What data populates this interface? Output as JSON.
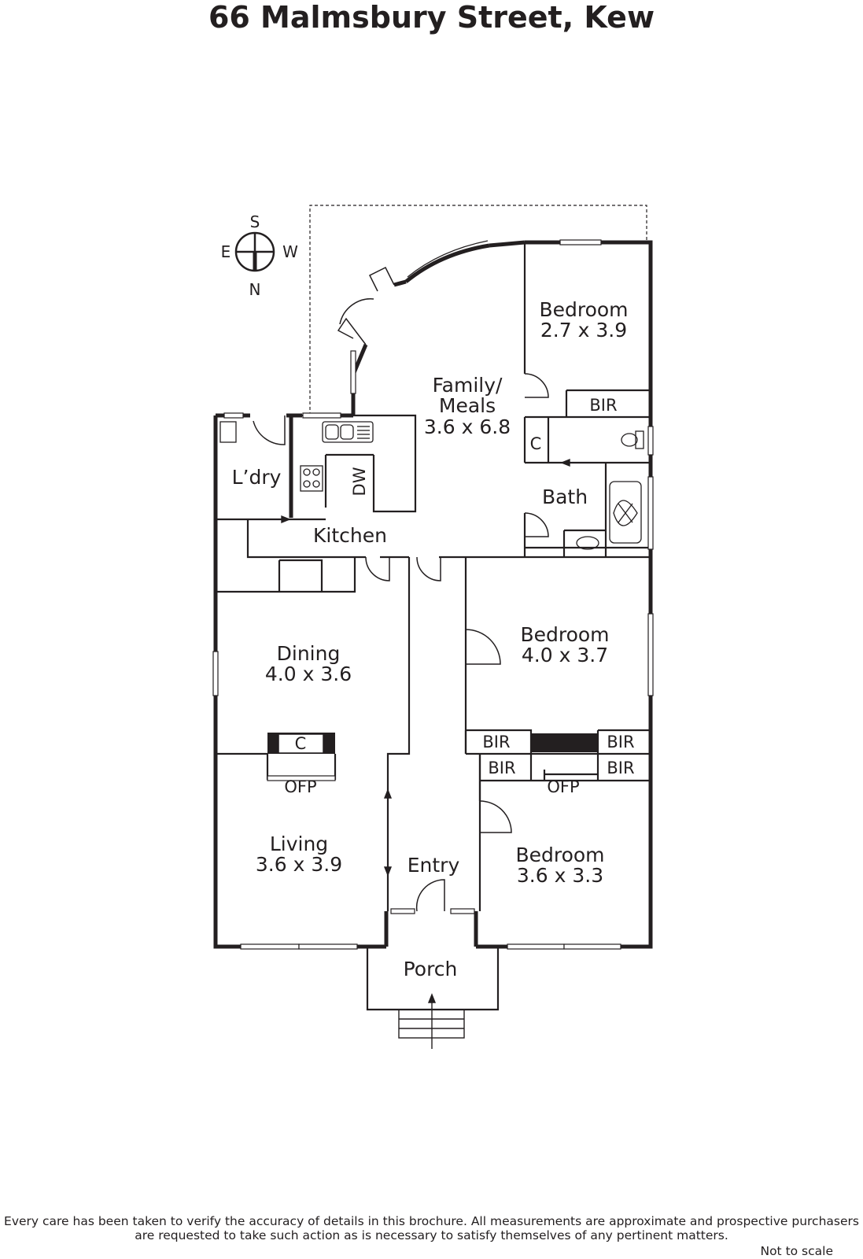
{
  "title": "66 Malmsbury Street, Kew",
  "compass": {
    "n": "N",
    "s": "S",
    "e": "E",
    "w": "W"
  },
  "rooms": {
    "family": {
      "name_1": "Family/",
      "name_2": "Meals",
      "dims": "3.6 x 6.8"
    },
    "bed1": {
      "name": "Bedroom",
      "dims": "2.7 x 3.9"
    },
    "bed2": {
      "name": "Bedroom",
      "dims": "4.0 x 3.7"
    },
    "bed3": {
      "name": "Bedroom",
      "dims": "3.6 x 3.3"
    },
    "dining": {
      "name": "Dining",
      "dims": "4.0 x 3.6"
    },
    "living": {
      "name": "Living",
      "dims": "3.6 x 3.9"
    },
    "laundry": {
      "name": "L’dry"
    },
    "kitchen": {
      "name": "Kitchen"
    },
    "bath": {
      "name": "Bath"
    },
    "entry": {
      "name": "Entry"
    },
    "porch": {
      "name": "Porch"
    }
  },
  "fixtures": {
    "bir": "BIR",
    "cupboard": "C",
    "dishwasher": "DW",
    "ofp": "OFP"
  },
  "disclaimer": {
    "line1": "Every care has been taken to verify the accuracy of details in this brochure.  All measurements are approximate and prospective purchasers",
    "line2": "are requested to take such action as is necessary to satisfy themselves of any pertinent matters."
  },
  "not_to_scale": "Not to scale"
}
